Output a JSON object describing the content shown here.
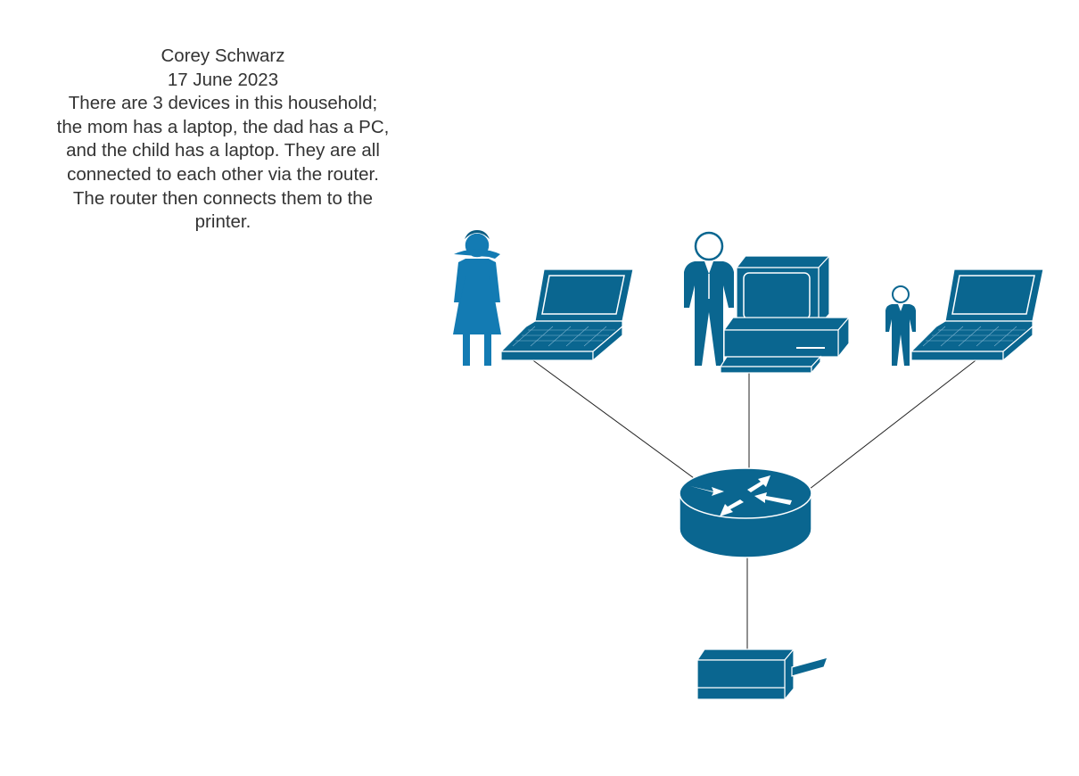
{
  "note": {
    "author": "Corey Schwarz",
    "date": "17 June 2023",
    "lines": [
      "There are 3 devices in this household;",
      "the mom has a laptop, the dad has a PC,",
      "and the child has a laptop. They are all",
      "connected to each other via the router.",
      "The router then connects them to the",
      "printer."
    ]
  },
  "colors": {
    "icon_fill": "#0a6690",
    "icon_fill_light": "#137bb3",
    "icon_stroke": "#ffffff",
    "connector": "#222222",
    "text": "#333333"
  },
  "icons": [
    "woman-icon",
    "laptop-icon",
    "man-icon",
    "pc-icon",
    "child-icon",
    "router-icon",
    "printer-icon"
  ]
}
